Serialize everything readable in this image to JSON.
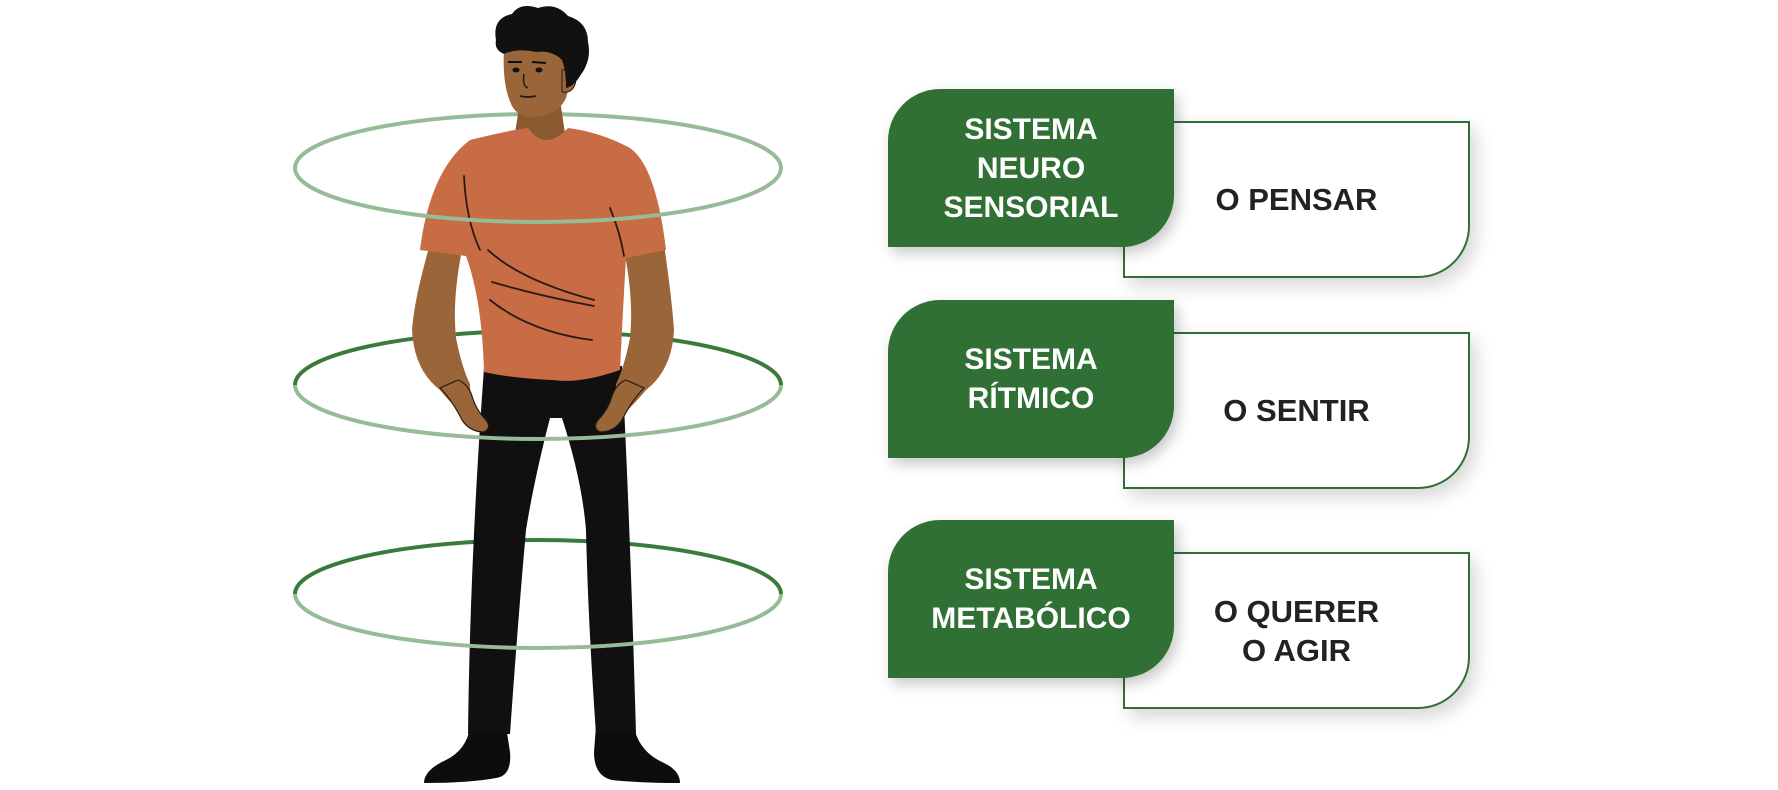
{
  "colors": {
    "green": "#317034",
    "ring": "#96bb96",
    "shirt": "#c86c45",
    "skin": "#9a6538",
    "pants": "#101010"
  },
  "systems": [
    {
      "system_lines": [
        "SISTEMA",
        "NEURO",
        "SENSORIAL"
      ],
      "function_lines": [
        "O PENSAR"
      ]
    },
    {
      "system_lines": [
        "SISTEMA",
        "RÍTMICO"
      ],
      "function_lines": [
        "O SENTIR"
      ]
    },
    {
      "system_lines": [
        "SISTEMA",
        "METABÓLICO"
      ],
      "function_lines": [
        "O QUERER",
        "O AGIR"
      ]
    }
  ]
}
